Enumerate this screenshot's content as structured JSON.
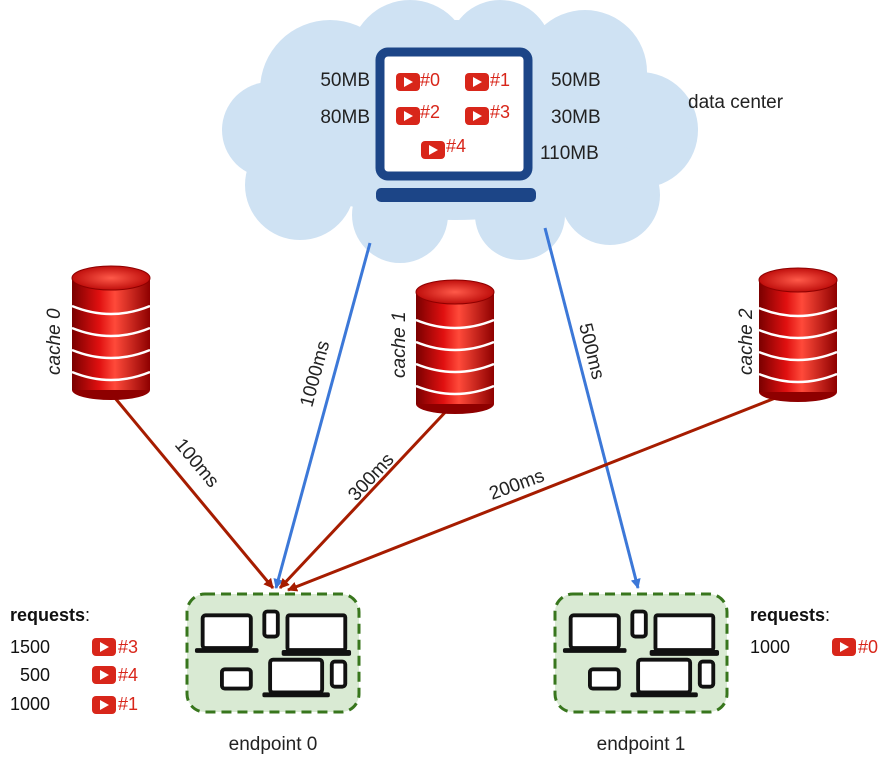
{
  "data_center": {
    "label": "data center",
    "videos": [
      {
        "id": "#0",
        "size": "50MB"
      },
      {
        "id": "#1",
        "size": "50MB"
      },
      {
        "id": "#2",
        "size": "80MB"
      },
      {
        "id": "#3",
        "size": "30MB"
      },
      {
        "id": "#4",
        "size": "110MB"
      }
    ],
    "colors": {
      "cloud": "#cfe2f3",
      "laptop": "#1c4587"
    }
  },
  "caches": [
    {
      "label": "cache 0"
    },
    {
      "label": "cache 1"
    },
    {
      "label": "cache 2"
    }
  ],
  "links": {
    "dc_to_endpoint0": "1000ms",
    "dc_to_endpoint1": "500ms",
    "cache0_to_endpoint0": "100ms",
    "cache1_to_endpoint0": "300ms",
    "cache2_to_endpoint0": "200ms"
  },
  "endpoints": [
    {
      "label": "endpoint 0",
      "requests_heading": "requests",
      "requests_colon": ":",
      "requests": [
        {
          "count": "1500",
          "video": "#3"
        },
        {
          "count": "500",
          "video": "#4"
        },
        {
          "count": "1000",
          "video": "#1"
        }
      ]
    },
    {
      "label": "endpoint 1",
      "requests_heading": "requests",
      "requests_colon": ":",
      "requests": [
        {
          "count": "1000",
          "video": "#0"
        }
      ]
    }
  ],
  "colors": {
    "datacenter_link": "#3c78d8",
    "cache_link": "#a61c00",
    "cache_body": "#cc0000",
    "video_icon": "#d8261a",
    "endpoint_fill": "#d9ead3",
    "endpoint_border": "#38761d"
  }
}
